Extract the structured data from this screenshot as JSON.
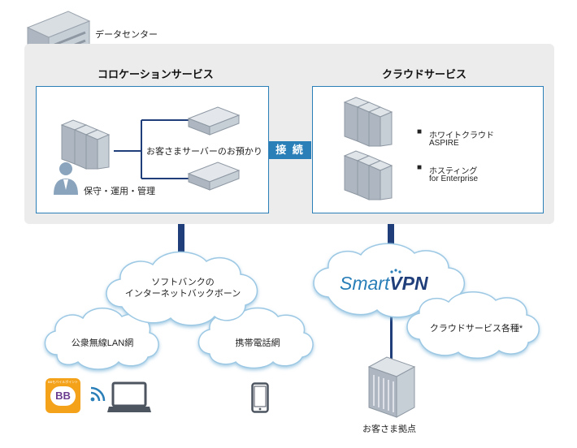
{
  "datacenter_label": "データセンター",
  "colocation": {
    "title": "コロケーションサービス",
    "customer_server_label": "お客さまサーバーのお預かり",
    "maintenance_label": "保守・運用・管理"
  },
  "connect_label": "接 続",
  "cloud_service": {
    "title": "クラウドサービス",
    "items": [
      {
        "bullet": "■",
        "line1": "ホワイトクラウド",
        "line2": "ASPIRE"
      },
      {
        "bullet": "■",
        "line1": "ホスティング",
        "line2": "for Enterprise"
      }
    ]
  },
  "clouds": {
    "backbone_line1": "ソフトバンクの",
    "backbone_line2": "インターネットバックボーン",
    "public_wifi": "公衆無線LAN網",
    "mobile": "携帯電話網",
    "smartvpn_smart": "Smart",
    "smartvpn_vpn": "VPN",
    "cloud_services": "クラウドサービス各種*"
  },
  "badge": {
    "top": "BBモバイルポイント",
    "mark": "BB"
  },
  "customer_site_label": "お客さま拠点",
  "colors": {
    "accent": "#2a7fb8",
    "navy": "#1f3e7a",
    "panel": "#ececec",
    "server": "#b9c2cc"
  }
}
